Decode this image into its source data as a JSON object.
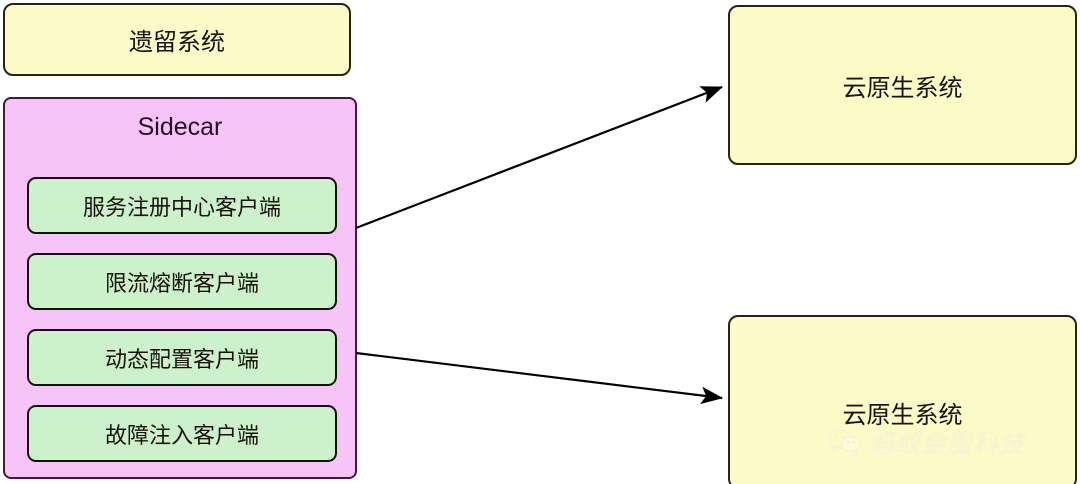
{
  "diagram": {
    "type": "architecture-diagram",
    "background_color": "#ffffff",
    "nodes": {
      "legacy_system": {
        "label": "遗留系统",
        "fill": "#fbfbc8",
        "stroke": "#2b2410"
      },
      "sidecar": {
        "title": "Sidecar",
        "fill": "#f6c4f6",
        "stroke": "#4a1540",
        "children": [
          {
            "label": "服务注册中心客户端",
            "fill": "#ccf2cc"
          },
          {
            "label": "限流熔断客户端",
            "fill": "#ccf2cc"
          },
          {
            "label": "动态配置客户端",
            "fill": "#ccf2cc"
          },
          {
            "label": "故障注入客户端",
            "fill": "#ccf2cc"
          }
        ]
      },
      "cloud_native_top": {
        "label": "云原生系统",
        "fill": "#fbfbc8",
        "stroke": "#2b2410"
      },
      "cloud_native_bottom": {
        "label": "云原生系统",
        "fill": "#fbfbc8",
        "stroke": "#2b2410"
      }
    },
    "edges": [
      {
        "from": "sidecar",
        "to": "cloud_native_top",
        "style": "solid-arrow",
        "color": "#000000"
      },
      {
        "from": "sidecar",
        "to": "cloud_native_bottom",
        "style": "solid-arrow",
        "color": "#000000"
      }
    ]
  },
  "watermark": {
    "icon": "wechat-icon",
    "text": "蚂蚁金服科技",
    "color": "#f2f2e4"
  }
}
